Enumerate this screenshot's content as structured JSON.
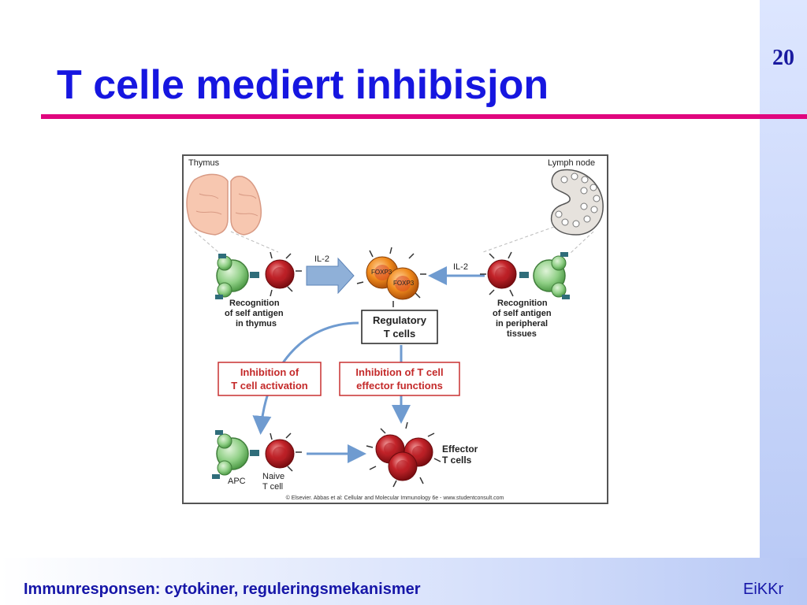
{
  "slide": {
    "number": "20",
    "title": "T celle mediert inhibisjon",
    "footer_left": "Immunresponsen: cytokiner, reguleringsmekanismer",
    "footer_right": "EiKKr",
    "colors": {
      "title": "#1616e0",
      "rule": "#e0067e",
      "footer": "#1616a8"
    }
  },
  "diagram": {
    "thymus_label": "Thymus",
    "lymph_node_label": "Lymph node",
    "il2_left": "IL-2",
    "il2_right": "IL-2",
    "foxp3_a": "FOXP3",
    "foxp3_b": "FOXP3",
    "recognition_thymus": [
      "Recognition",
      "of self antigen",
      "in thymus"
    ],
    "recognition_periphery": [
      "Recognition",
      "of self antigen",
      "in peripheral",
      "tissues"
    ],
    "regulatory": [
      "Regulatory",
      "T cells"
    ],
    "inhibition_activation": [
      "Inhibition of",
      "T cell activation"
    ],
    "inhibition_effector": [
      "Inhibition of T cell",
      "effector functions"
    ],
    "apc_label": "APC",
    "naive_label": [
      "Naive",
      "T cell"
    ],
    "effector_label": [
      "Effector",
      "T cells"
    ],
    "copyright": "© Elsevier. Abbas et al: Cellular and Molecular Immunology 6e - www.studentconsult.com"
  }
}
